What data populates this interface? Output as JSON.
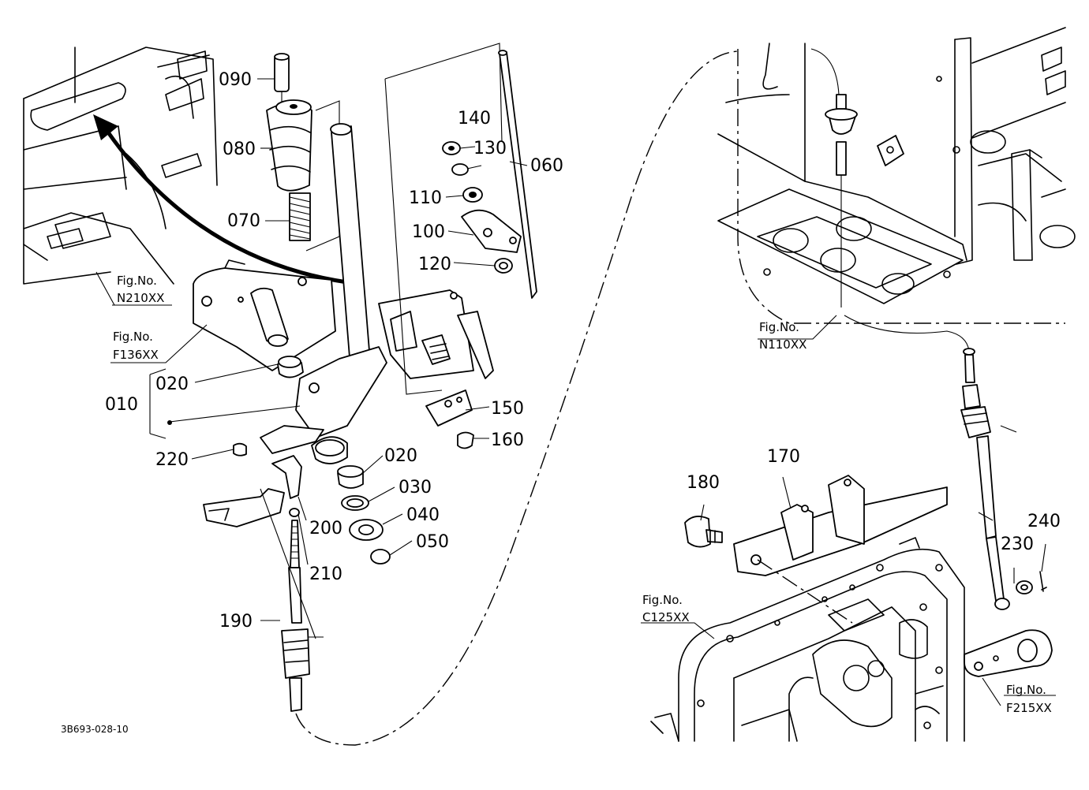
{
  "drawing_code": "3B693-028-10",
  "part_labels": [
    "090",
    "080",
    "070",
    "140",
    "130",
    "060",
    "110",
    "100",
    "120",
    "020",
    "010",
    "150",
    "160",
    "220",
    "020",
    "030",
    "040",
    "050",
    "200",
    "210",
    "190",
    "170",
    "180",
    "230",
    "240"
  ],
  "fig_refs": [
    {
      "title": "Fig.No.",
      "code": "N210XX"
    },
    {
      "title": "Fig.No.",
      "code": "F136XX"
    },
    {
      "title": "Fig.No.",
      "code": "N110XX"
    },
    {
      "title": "Fig.No.",
      "code": "C125XX"
    },
    {
      "title": "Fig.No.",
      "code": "F215XX"
    }
  ],
  "colors": {
    "line": "#000000",
    "background": "#ffffff"
  }
}
